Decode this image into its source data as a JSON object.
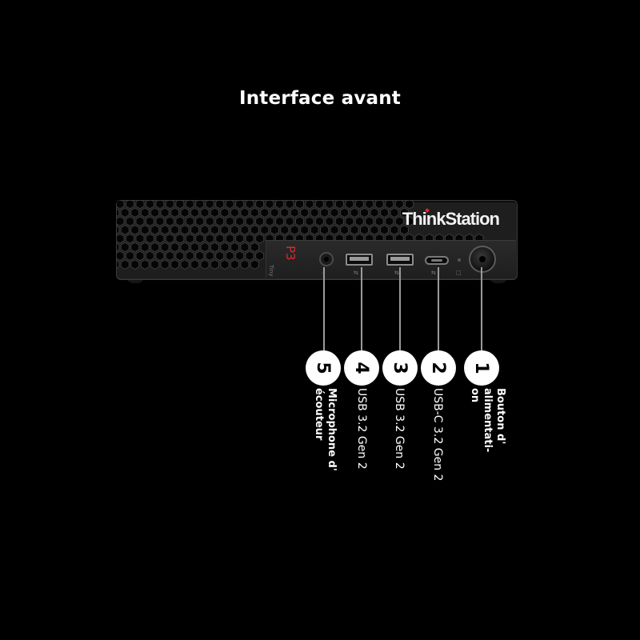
{
  "page_title": "Interface avant",
  "device": {
    "brand": "ThinkStation",
    "model": "P3",
    "model_sub": "Tiny"
  },
  "callouts": [
    {
      "number": "1",
      "label": "Bouton d'\nalimentati-\non"
    },
    {
      "number": "2",
      "label": "USB-C 3.2 Gen 2"
    },
    {
      "number": "3",
      "label": "USB 3.2 Gen 2"
    },
    {
      "number": "4",
      "label": "USB 3.2 Gen 2"
    },
    {
      "number": "5",
      "label": "Microphone d'\nécouteur"
    }
  ],
  "colors": {
    "background": "#000000",
    "brand_red": "#e0282c",
    "callout_fill": "#ffffff"
  }
}
